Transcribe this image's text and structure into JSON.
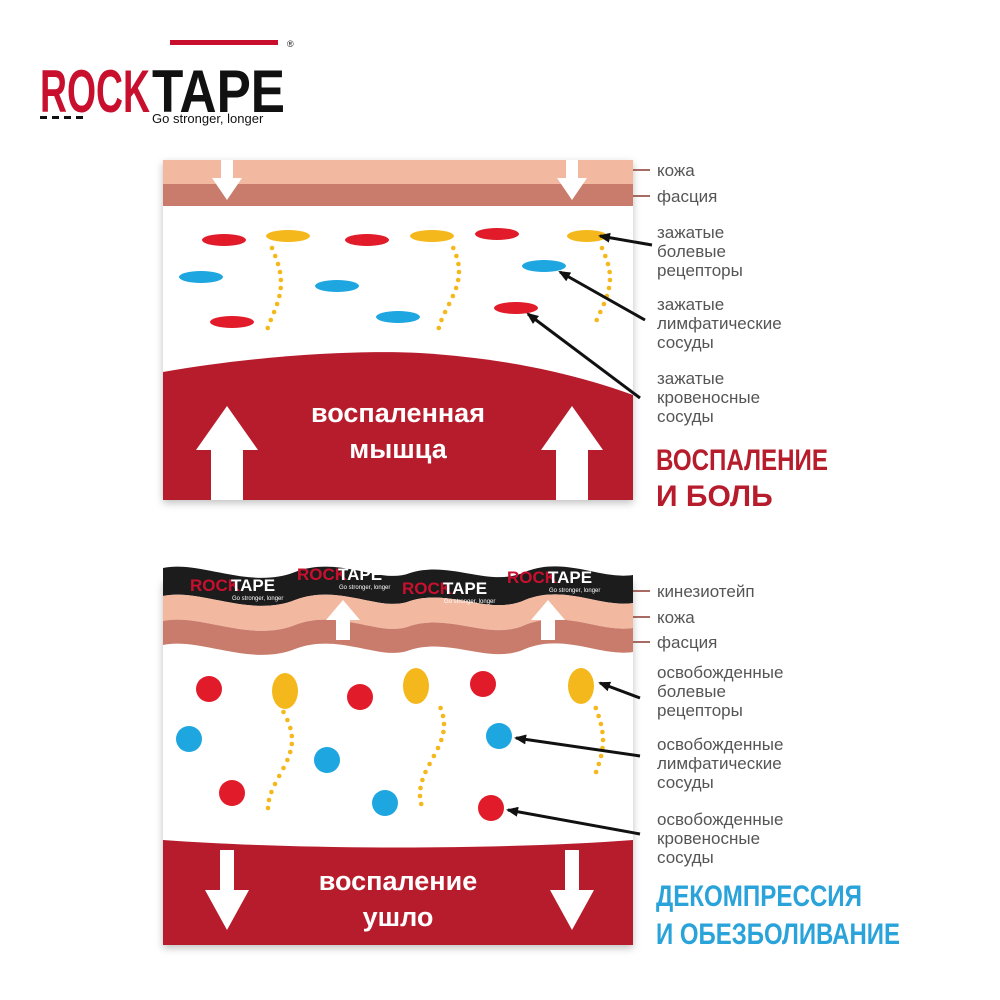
{
  "logo": {
    "brand": "ROCKTAPE",
    "rock": "ROCK",
    "tape": "TAPE",
    "tagline": "Go stronger, longer",
    "registered": "®",
    "color": "#c8102e"
  },
  "top_panel": {
    "muscle_text_line1": "воспаленная",
    "muscle_text_line2": "мышца",
    "labels": {
      "skin": "кожа",
      "fascia": "фасция",
      "pain_receptors": [
        "зажатые",
        "болевые",
        "рецепторы"
      ],
      "lymph": [
        "зажатые",
        "лимфатические",
        "сосуды"
      ],
      "blood": [
        "зажатые",
        "кровеносные",
        "сосуды"
      ]
    },
    "headline_line1": "ВОСПАЛЕНИЕ",
    "headline_line2": "И БОЛЬ",
    "headline_color": "#b71c2c"
  },
  "bottom_panel": {
    "tape_label": "кинезиотейп",
    "tape_brand_rock": "ROCK",
    "tape_brand_tape": "TAPE",
    "tape_tagline": "Go stronger, longer",
    "muscle_text_line1": "воспаление",
    "muscle_text_line2": "ушло",
    "labels": {
      "skin": "кожа",
      "fascia": "фасция",
      "pain_receptors": [
        "освобожденные",
        "болевые",
        "рецепторы"
      ],
      "lymph": [
        "освобожденные",
        "лимфатические",
        "сосуды"
      ],
      "blood": [
        "освобожденные",
        "кровеносные",
        "сосуды"
      ]
    },
    "headline_line1": "ДЕКОМПРЕССИЯ",
    "headline_line2": "И ОБЕЗБОЛИВАНИЕ",
    "headline_color": "#29a3d9"
  },
  "colors": {
    "skin": "#f2b8a0",
    "fascia": "#c97c6c",
    "muscle": "#b71c2c",
    "red_vessel": "#e11b2a",
    "blue_vessel": "#1ea6e0",
    "yellow_receptor": "#f5b81c",
    "tape": "#1c1c1c"
  }
}
